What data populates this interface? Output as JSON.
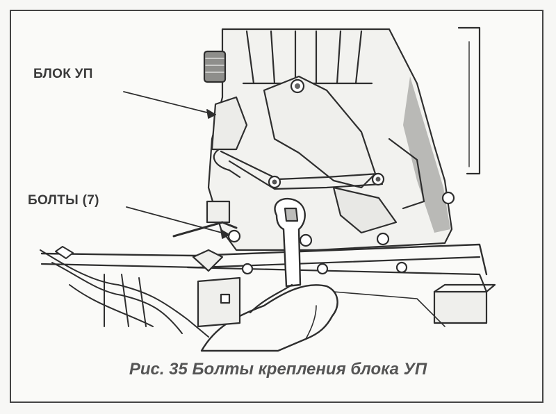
{
  "labels": {
    "block": "БЛОК УП",
    "bolts": "БОЛТЫ (7)"
  },
  "caption": "Рис. 35 Болты крепления блока УП",
  "colors": {
    "line": "#2e2e2e",
    "shade": "#9a9a9a",
    "paper": "#fafaf8"
  }
}
